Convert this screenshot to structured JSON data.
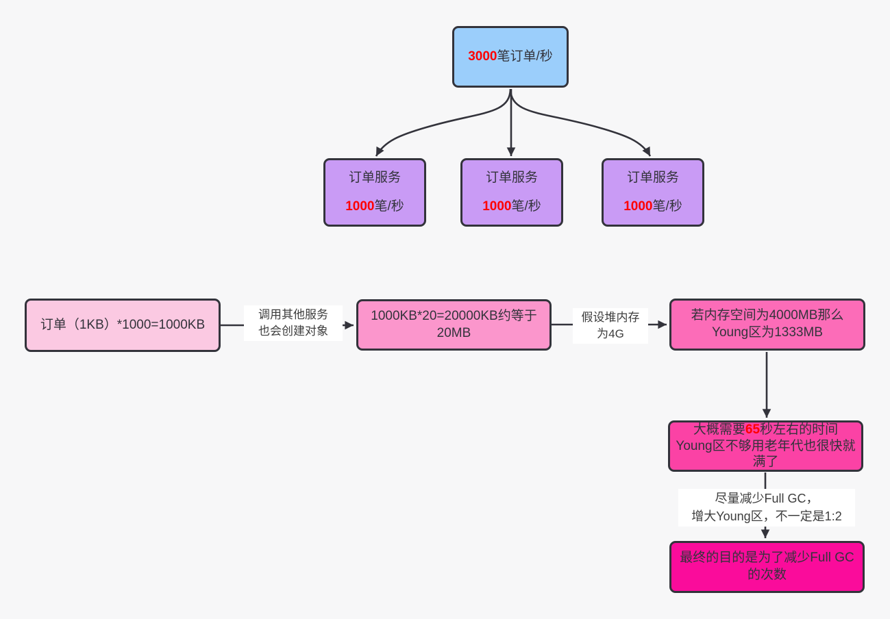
{
  "diagram": {
    "background": "#f7f7f8",
    "stroke_color": "#33333b",
    "text_color": "#33333b",
    "highlight_color": "#ff0000",
    "nodes": {
      "total_orders": {
        "highlight": "3000",
        "rest": "笔订单/秒",
        "fill": "#9bcefb"
      },
      "services": [
        {
          "title": "订单服务",
          "rate_highlight": "1000",
          "rate_rest": "笔/秒",
          "fill": "#c99bf5"
        },
        {
          "title": "订单服务",
          "rate_highlight": "1000",
          "rate_rest": "笔/秒",
          "fill": "#c99bf5"
        },
        {
          "title": "订单服务",
          "rate_highlight": "1000",
          "rate_rest": "笔/秒",
          "fill": "#c99bf5"
        }
      ],
      "order_size": {
        "text": "订单（1KB）*1000=1000KB",
        "fill": "#fbc9e2"
      },
      "total_size": {
        "text": "1000KB*20=20000KB约等于20MB",
        "fill": "#fb96cc"
      },
      "young_calc": {
        "text": "若内存空间为4000MB那么Young区为1333MB",
        "fill": "#fc6cb8"
      },
      "time_estimate": {
        "pre": "大概需要",
        "highlight": "65",
        "post": "秒左右的时间Young区不够用老年代也很快就满了",
        "fill": "#fb42a5"
      },
      "final_goal": {
        "text": "最终的目的是为了减少Full GC的次数",
        "fill": "#fa0c9b"
      }
    },
    "edge_labels": {
      "call_services": {
        "line1": "调用其他服务",
        "line2": "也会创建对象"
      },
      "heap_assumption": {
        "line1": "假设堆内存",
        "line2": "为4G"
      },
      "reduce_full_gc": {
        "line1": "尽量减少Full GC，",
        "line2": "增大Young区，不一定是1:2"
      }
    }
  }
}
